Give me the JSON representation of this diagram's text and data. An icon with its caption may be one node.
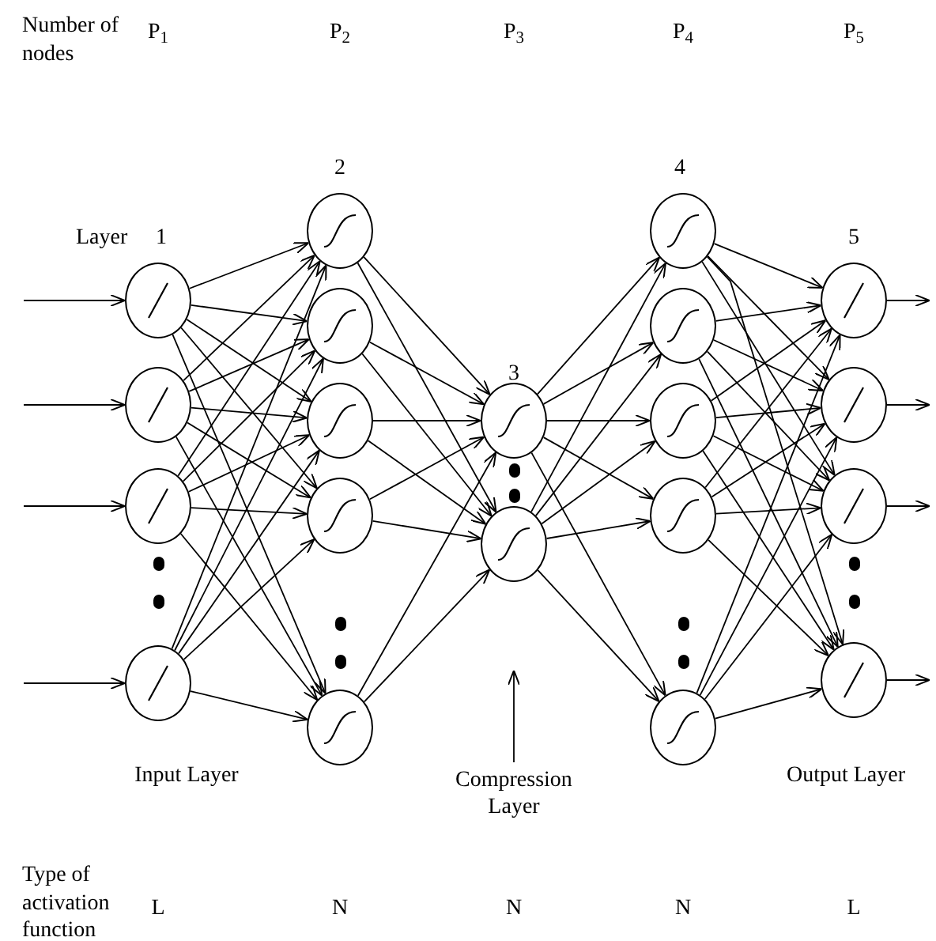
{
  "diagram": {
    "nodes": [
      {
        "text": [],
        "shape": "circle"
      },
      {
        "text": [],
        "shape": "circle"
      },
      {
        "text": [],
        "shape": "circle"
      },
      {
        "text": [],
        "shape": "circle"
      },
      {
        "text": [],
        "shape": "circle"
      },
      {
        "text": [],
        "shape": "circle"
      },
      {
        "text": [],
        "shape": "circle"
      },
      {
        "text": [],
        "shape": "circle"
      },
      {
        "text": [],
        "shape": "circle"
      },
      {
        "text": [],
        "shape": "circle"
      },
      {
        "text": [],
        "shape": "circle"
      },
      {
        "text": [],
        "shape": "circle"
      },
      {
        "text": [],
        "shape": "circle"
      },
      {
        "text": [],
        "shape": "circle"
      },
      {
        "text": [],
        "shape": "circle"
      },
      {
        "text": [],
        "shape": "circle"
      },
      {
        "text": [],
        "shape": "circle"
      },
      {
        "text": [],
        "shape": "circle"
      },
      {
        "text": [],
        "shape": "circle"
      },
      {
        "text": [],
        "shape": "circle"
      },
      {
        "text": [
          "Compression Layer"
        ]
      }
    ],
    "edges": [
      {
        "from": null,
        "to": 0,
        "arrow": "to"
      },
      {
        "from": null,
        "to": 1,
        "arrow": "to"
      },
      {
        "from": null,
        "to": 2,
        "arrow": "to"
      },
      {
        "from": null,
        "to": 3,
        "arrow": "to"
      },
      {
        "from": 0,
        "to": 4,
        "arrow": "to"
      },
      {
        "from": 0,
        "to": 5,
        "arrow": "to"
      },
      {
        "from": 0,
        "to": 6,
        "arrow": "to"
      },
      {
        "from": 0,
        "to": 7,
        "arrow": "to"
      },
      {
        "from": 0,
        "to": 8,
        "arrow": "to"
      },
      {
        "from": 1,
        "to": 4,
        "arrow": "to"
      },
      {
        "from": 1,
        "to": 5,
        "arrow": "to"
      },
      {
        "from": 1,
        "to": 6,
        "arrow": "to"
      },
      {
        "from": 1,
        "to": 7,
        "arrow": "to"
      },
      {
        "from": 1,
        "to": 8,
        "arrow": "to"
      },
      {
        "from": 2,
        "to": 4,
        "arrow": "to"
      },
      {
        "from": 2,
        "to": 5,
        "arrow": "to"
      },
      {
        "from": 2,
        "to": 6,
        "arrow": "to"
      },
      {
        "from": 2,
        "to": 7,
        "arrow": "to"
      },
      {
        "from": 2,
        "to": 8,
        "arrow": "to"
      },
      {
        "from": 3,
        "to": 4,
        "arrow": "to"
      },
      {
        "from": 3,
        "to": 5,
        "arrow": "to"
      },
      {
        "from": 3,
        "to": 6,
        "arrow": "to"
      },
      {
        "from": 3,
        "to": 7,
        "arrow": "to"
      },
      {
        "from": 3,
        "to": 8,
        "arrow": "to"
      },
      {
        "from": 4,
        "to": 9,
        "arrow": "to"
      },
      {
        "from": 4,
        "to": 10,
        "arrow": "to"
      },
      {
        "from": 5,
        "to": 9,
        "arrow": "to"
      },
      {
        "from": 5,
        "to": 10,
        "arrow": "to"
      },
      {
        "from": 6,
        "to": 9,
        "arrow": "to"
      },
      {
        "from": 6,
        "to": 10,
        "arrow": "to"
      },
      {
        "from": 7,
        "to": 9,
        "arrow": "to"
      },
      {
        "from": 7,
        "to": 10,
        "arrow": "to"
      },
      {
        "from": 8,
        "to": 9,
        "arrow": "to"
      },
      {
        "from": 8,
        "to": 10,
        "arrow": "to"
      },
      {
        "from": 9,
        "to": 11,
        "arrow": "to"
      },
      {
        "from": 9,
        "to": 12,
        "arrow": "to"
      },
      {
        "from": 9,
        "to": 13,
        "arrow": "to"
      },
      {
        "from": 9,
        "to": 14,
        "arrow": "to"
      },
      {
        "from": 9,
        "to": 15,
        "arrow": "to"
      },
      {
        "from": 10,
        "to": 11,
        "arrow": "to"
      },
      {
        "from": 10,
        "to": 12,
        "arrow": "to"
      },
      {
        "from": 10,
        "to": 13,
        "arrow": "to"
      },
      {
        "from": 10,
        "to": 14,
        "arrow": "to"
      },
      {
        "from": 10,
        "to": 15,
        "arrow": "to"
      },
      {
        "from": 11,
        "to": 16,
        "arrow": "to"
      },
      {
        "from": 11,
        "to": 17,
        "arrow": "to"
      },
      {
        "from": 11,
        "to": 18,
        "arrow": "to"
      },
      {
        "from": 11,
        "to": 19,
        "arrow": "to"
      },
      {
        "from": 12,
        "to": 16,
        "arrow": "to"
      },
      {
        "from": 12,
        "to": 17,
        "arrow": "to"
      },
      {
        "from": 12,
        "to": 18,
        "arrow": "to"
      },
      {
        "from": 12,
        "to": 19,
        "arrow": "to"
      },
      {
        "from": 13,
        "to": 16,
        "arrow": "to"
      },
      {
        "from": 13,
        "to": 17,
        "arrow": "to"
      },
      {
        "from": 13,
        "to": 18,
        "arrow": "to"
      },
      {
        "from": 13,
        "to": 19,
        "arrow": "to"
      },
      {
        "from": 14,
        "to": 16,
        "arrow": "to"
      },
      {
        "from": 14,
        "to": 17,
        "arrow": "to"
      },
      {
        "from": 14,
        "to": 18,
        "arrow": "to"
      },
      {
        "from": 14,
        "to": 19,
        "arrow": "to"
      },
      {
        "from": 15,
        "to": 16,
        "arrow": "to"
      },
      {
        "from": 15,
        "to": 17,
        "arrow": "to"
      },
      {
        "from": 15,
        "to": 18,
        "arrow": "to"
      },
      {
        "from": 15,
        "to": 19,
        "arrow": "to"
      },
      {
        "from": 16,
        "to": null,
        "arrow": "to"
      },
      {
        "from": 17,
        "to": null,
        "arrow": "to"
      },
      {
        "from": 18,
        "to": null,
        "arrow": "to"
      },
      {
        "from": 19,
        "to": null,
        "arrow": "to"
      },
      {
        "from": 20,
        "to": null,
        "arrow": "to"
      }
    ],
    "labels": [
      "Number of nodes",
      "P$_{1}$",
      "P$_{2}$",
      "P$_{3}$",
      "P$_{4}$",
      "P$_{5}$",
      "2",
      "4",
      "Layer",
      "1",
      "3",
      "5",
      "Input Layer",
      "Output Layer",
      "Type of activation function",
      "L",
      "N",
      "N",
      "N",
      "L"
    ]
  }
}
